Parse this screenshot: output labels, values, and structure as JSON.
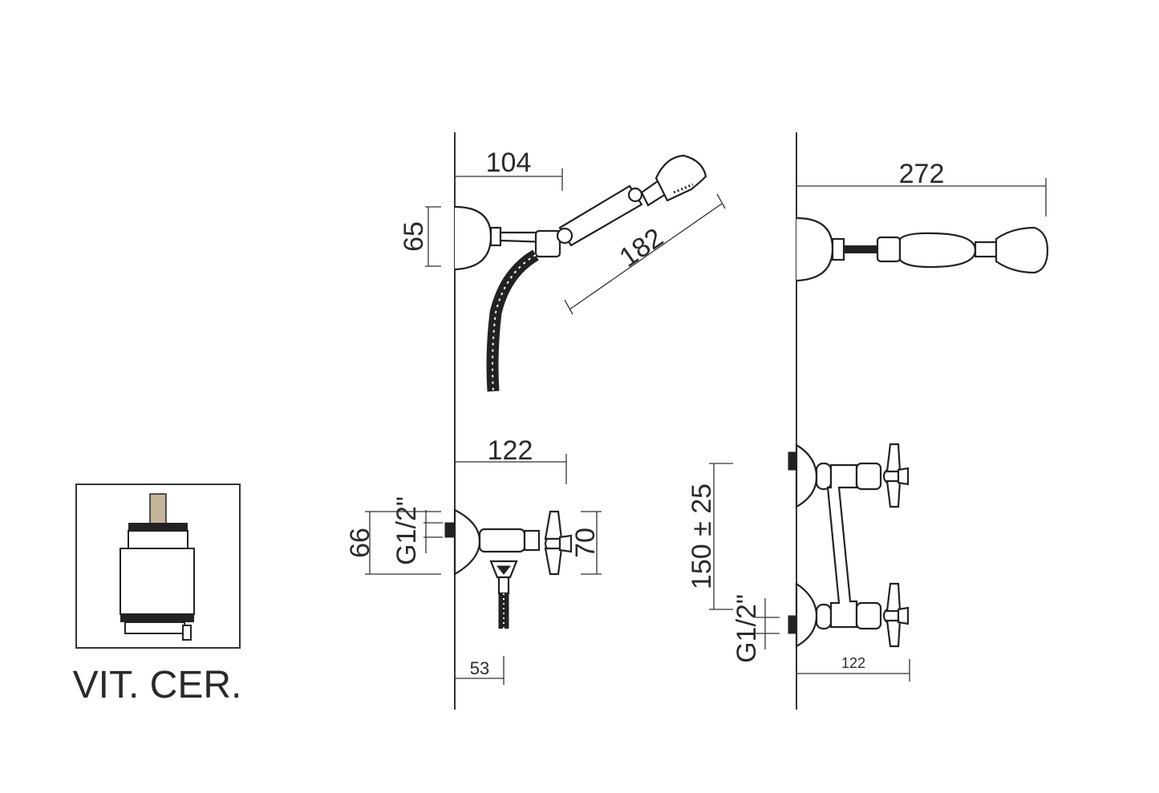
{
  "dimensions": {
    "shower_head_projection": "104",
    "wall_holder_height": "65",
    "hand_shower_length": "182",
    "side_view_total_depth": "272",
    "mixer_projection": "122",
    "mixer_connection_height": "66",
    "mixer_handle_height": "70",
    "outlet_offset": "53",
    "thread_size": "G1/2\"",
    "inlet_centers": "150 ± 25",
    "side_mixer_depth": "122"
  },
  "cartridge_label": "VIT. CER.",
  "colors": {
    "line": "#222222",
    "cartridge_stem": "#c4b49a"
  }
}
